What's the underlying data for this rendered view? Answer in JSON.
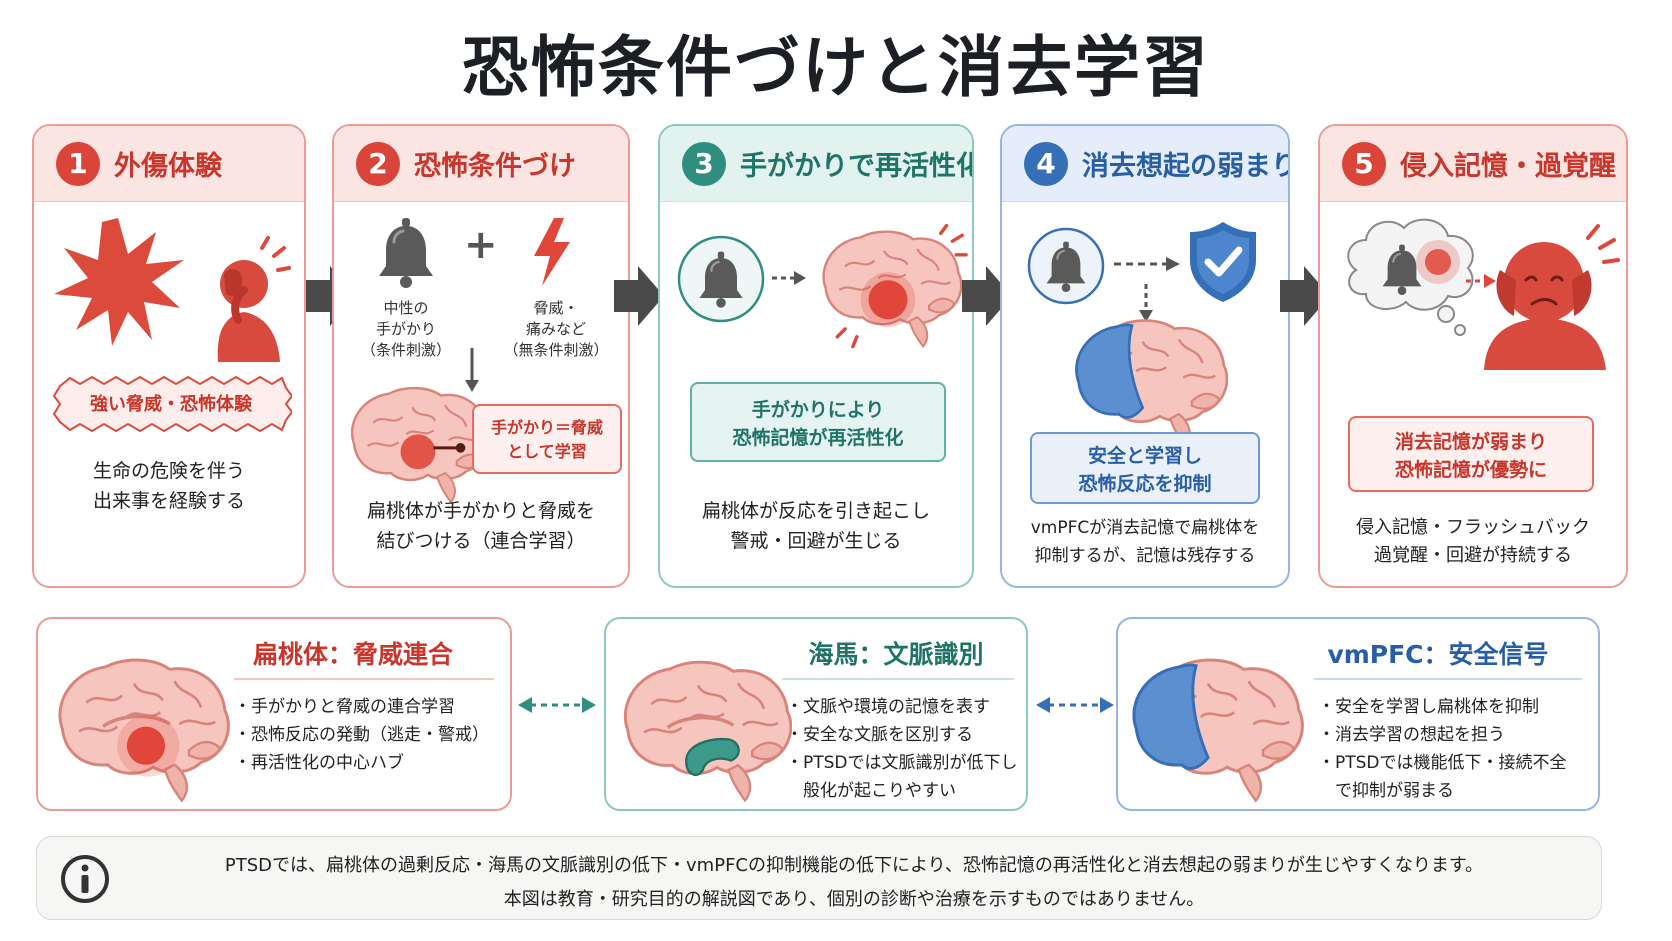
{
  "title": "恐怖条件づけと消去学習",
  "steps": [
    {
      "num": "1",
      "title": "外傷体験",
      "badge": "強い脅威・恐怖体験",
      "desc": [
        "生命の危険を伴う",
        "出来事を経験する"
      ]
    },
    {
      "num": "2",
      "title": "恐怖条件づけ",
      "neutral": [
        "中性の",
        "手がかり",
        "（条件刺激）"
      ],
      "threat": [
        "脅威・",
        "痛みなど",
        "（無条件刺激）"
      ],
      "plus": "+",
      "note": [
        "手がかり＝脅威",
        "として学習"
      ],
      "desc": [
        "扁桃体が手がかりと脅威を",
        "結びつける（連合学習）"
      ]
    },
    {
      "num": "3",
      "title": "手がかりで再活性化",
      "note": [
        "手がかりにより",
        "恐怖記憶が再活性化"
      ],
      "desc": [
        "扁桃体が反応を引き起こし",
        "警戒・回避が生じる"
      ]
    },
    {
      "num": "4",
      "title": "消去想起の弱まり",
      "note": [
        "安全と学習し",
        "恐怖反応を抑制"
      ],
      "desc": [
        "vmPFCが消去記憶で扁桃体を",
        "抑制するが、記憶は残存する"
      ]
    },
    {
      "num": "5",
      "title": "侵入記憶・過覚醒",
      "note": [
        "消去記憶が弱まり",
        "恐怖記憶が優勢に"
      ],
      "desc": [
        "侵入記憶・フラッシュバック",
        "過覚醒・回避が持続する"
      ]
    }
  ],
  "regions": [
    {
      "title": "扁桃体：脅威連合",
      "items": [
        "手がかりと脅威の連合学習",
        "恐怖反応の発動（逃走・警戒）",
        "再活性化の中心ハブ"
      ]
    },
    {
      "title": "海馬：文脈識別",
      "items": [
        "文脈や環境の記憶を表す",
        "安全な文脈を区別する",
        "PTSDでは文脈識別が低下し",
        "般化が起こりやすい"
      ]
    },
    {
      "title": "vmPFC：安全信号",
      "items": [
        "安全を学習し扁桃体を抑制",
        "消去学習の想起を担う",
        "PTSDでは機能低下・接続不全",
        "で抑制が弱まる"
      ]
    }
  ],
  "info": {
    "line1": "PTSDでは、扁桃体の過剰反応・海馬の文脈識別の低下・vmPFCの抑制機能の低下により、恐怖記憶の再活性化と消去想起の弱まりが生じやすくなります。",
    "line2": "本図は教育・研究目的の解説図であり、個別の診断や治療を示すものではありません。"
  },
  "colors": {
    "red": "#db4539",
    "teal": "#2f8e7f",
    "blue": "#356fb8",
    "arrow": "#4a4a4a"
  }
}
